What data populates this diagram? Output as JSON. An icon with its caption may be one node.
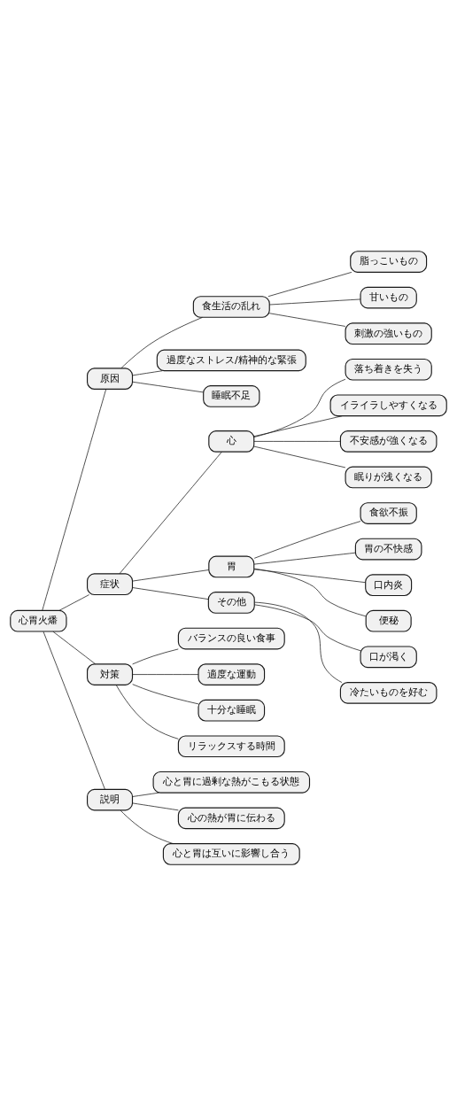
{
  "diagram": {
    "nodes": [
      {
        "text": [
          "心胃火燔"
        ]
      },
      {
        "text": [
          "原因"
        ]
      },
      {
        "text": [
          "食生活の乱れ"
        ]
      },
      {
        "text": [
          "脂っこいもの"
        ]
      },
      {
        "text": [
          "甘いもの"
        ]
      },
      {
        "text": [
          "刺激の強いもの"
        ]
      },
      {
        "text": [
          "過度なストレス/精神的な緊張"
        ]
      },
      {
        "text": [
          "睡眠不足"
        ]
      },
      {
        "text": [
          "症状"
        ]
      },
      {
        "text": [
          "心"
        ]
      },
      {
        "text": [
          "落ち着きを失う"
        ]
      },
      {
        "text": [
          "イライラしやすくなる"
        ]
      },
      {
        "text": [
          "不安感が強くなる"
        ]
      },
      {
        "text": [
          "眠りが浅くなる"
        ]
      },
      {
        "text": [
          "胃"
        ]
      },
      {
        "text": [
          "食欲不振"
        ]
      },
      {
        "text": [
          "胃の不快感"
        ]
      },
      {
        "text": [
          "口内炎"
        ]
      },
      {
        "text": [
          "便秘"
        ]
      },
      {
        "text": [
          "その他"
        ]
      },
      {
        "text": [
          "口が渇く"
        ]
      },
      {
        "text": [
          "冷たいものを好む"
        ]
      },
      {
        "text": [
          "対策"
        ]
      },
      {
        "text": [
          "バランスの良い食事"
        ]
      },
      {
        "text": [
          "適度な運動"
        ]
      },
      {
        "text": [
          "十分な睡眠"
        ]
      },
      {
        "text": [
          "リラックスする時間"
        ]
      },
      {
        "text": [
          "説明"
        ]
      },
      {
        "text": [
          "心と胃に過剰な熱がこもる状態"
        ]
      },
      {
        "text": [
          "心の熱が胃に伝わる"
        ]
      },
      {
        "text": [
          "心と胃は互いに影響し合う"
        ]
      }
    ],
    "edges": [
      {
        "from": 0,
        "to": 1,
        "arrow": "none"
      },
      {
        "from": 1,
        "to": 2,
        "arrow": "none"
      },
      {
        "from": 2,
        "to": 3,
        "arrow": "none"
      },
      {
        "from": 2,
        "to": 4,
        "arrow": "none"
      },
      {
        "from": 2,
        "to": 5,
        "arrow": "none"
      },
      {
        "from": 1,
        "to": 6,
        "arrow": "none"
      },
      {
        "from": 1,
        "to": 7,
        "arrow": "none"
      },
      {
        "from": 0,
        "to": 8,
        "arrow": "none"
      },
      {
        "from": 8,
        "to": 9,
        "arrow": "none"
      },
      {
        "from": 9,
        "to": 10,
        "arrow": "none"
      },
      {
        "from": 9,
        "to": 11,
        "arrow": "none"
      },
      {
        "from": 9,
        "to": 12,
        "arrow": "none"
      },
      {
        "from": 9,
        "to": 13,
        "arrow": "none"
      },
      {
        "from": 8,
        "to": 14,
        "arrow": "none"
      },
      {
        "from": 14,
        "to": 15,
        "arrow": "none"
      },
      {
        "from": 14,
        "to": 16,
        "arrow": "none"
      },
      {
        "from": 14,
        "to": 17,
        "arrow": "none"
      },
      {
        "from": 14,
        "to": 18,
        "arrow": "none"
      },
      {
        "from": 8,
        "to": 19,
        "arrow": "none"
      },
      {
        "from": 19,
        "to": 20,
        "arrow": "none"
      },
      {
        "from": 19,
        "to": 21,
        "arrow": "none"
      },
      {
        "from": 0,
        "to": 22,
        "arrow": "none"
      },
      {
        "from": 22,
        "to": 23,
        "arrow": "none"
      },
      {
        "from": 22,
        "to": 24,
        "arrow": "none"
      },
      {
        "from": 22,
        "to": 25,
        "arrow": "none"
      },
      {
        "from": 22,
        "to": 26,
        "arrow": "none"
      },
      {
        "from": 0,
        "to": 27,
        "arrow": "none"
      },
      {
        "from": 27,
        "to": 28,
        "arrow": "none"
      },
      {
        "from": 27,
        "to": 29,
        "arrow": "none"
      },
      {
        "from": 27,
        "to": 30,
        "arrow": "none"
      }
    ]
  }
}
